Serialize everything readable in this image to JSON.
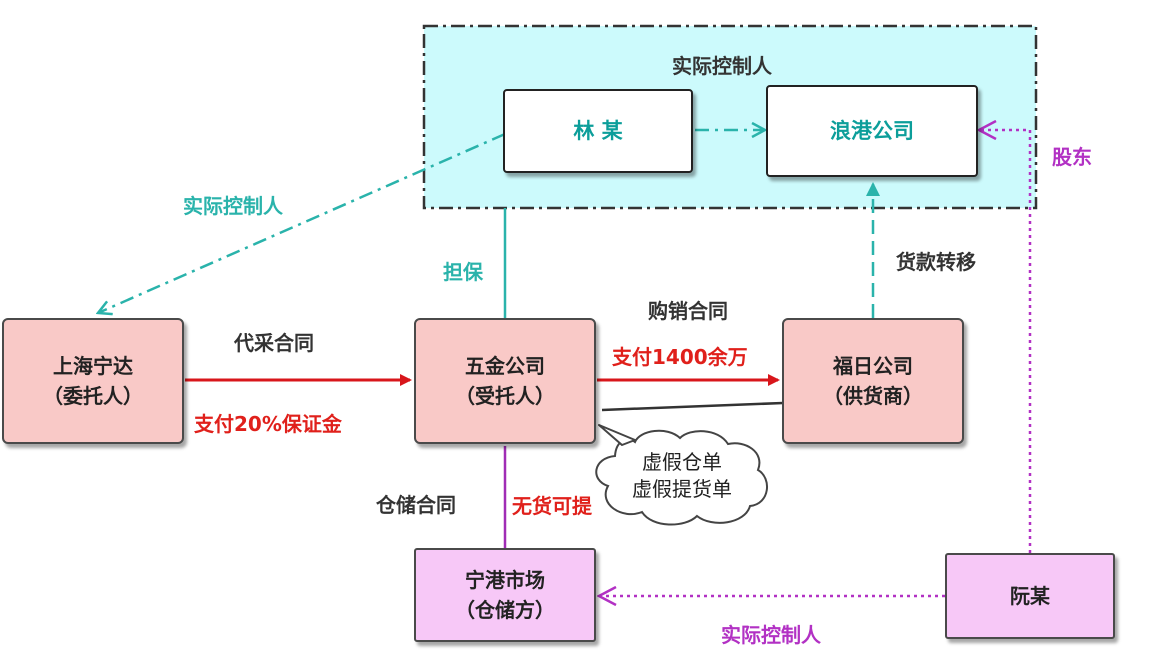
{
  "group": {
    "title": "实际控制人"
  },
  "nodes": {
    "lin": "林 某",
    "langgang": "浪港公司",
    "shanghai": {
      "line1": "上海宁达",
      "line2": "（委托人）"
    },
    "wujin": {
      "line1": "五金公司",
      "line2": "（受托人）"
    },
    "fuuri": {
      "line1": "福日公司",
      "line2": "（供货商）"
    },
    "ninggang": {
      "line1": "宁港市场",
      "line2": "（仓储方）"
    },
    "ruan": "阮某"
  },
  "edges": {
    "actual_control_left": "实际控制人",
    "guarantee": "担保",
    "shareholder": "股东",
    "payment_transfer": "货款转移",
    "agency_contract": "代采合同",
    "deposit": "支付20%保证金",
    "sales_contract": "购销合同",
    "pay_amount": "支付1400余万",
    "storage_contract": "仓储合同",
    "no_goods": "无货可提",
    "actual_control_bottom": "实际控制人"
  },
  "cloud": {
    "line1": "虚假仓单",
    "line2": "虚假提货单"
  },
  "colors": {
    "teal": "#2ab3ab",
    "red": "#d8161b",
    "magenta": "#b231c4",
    "group_fill": "#ccfafc",
    "pink_node": "#f9c9c7",
    "violet_node": "#f7c8f7"
  }
}
